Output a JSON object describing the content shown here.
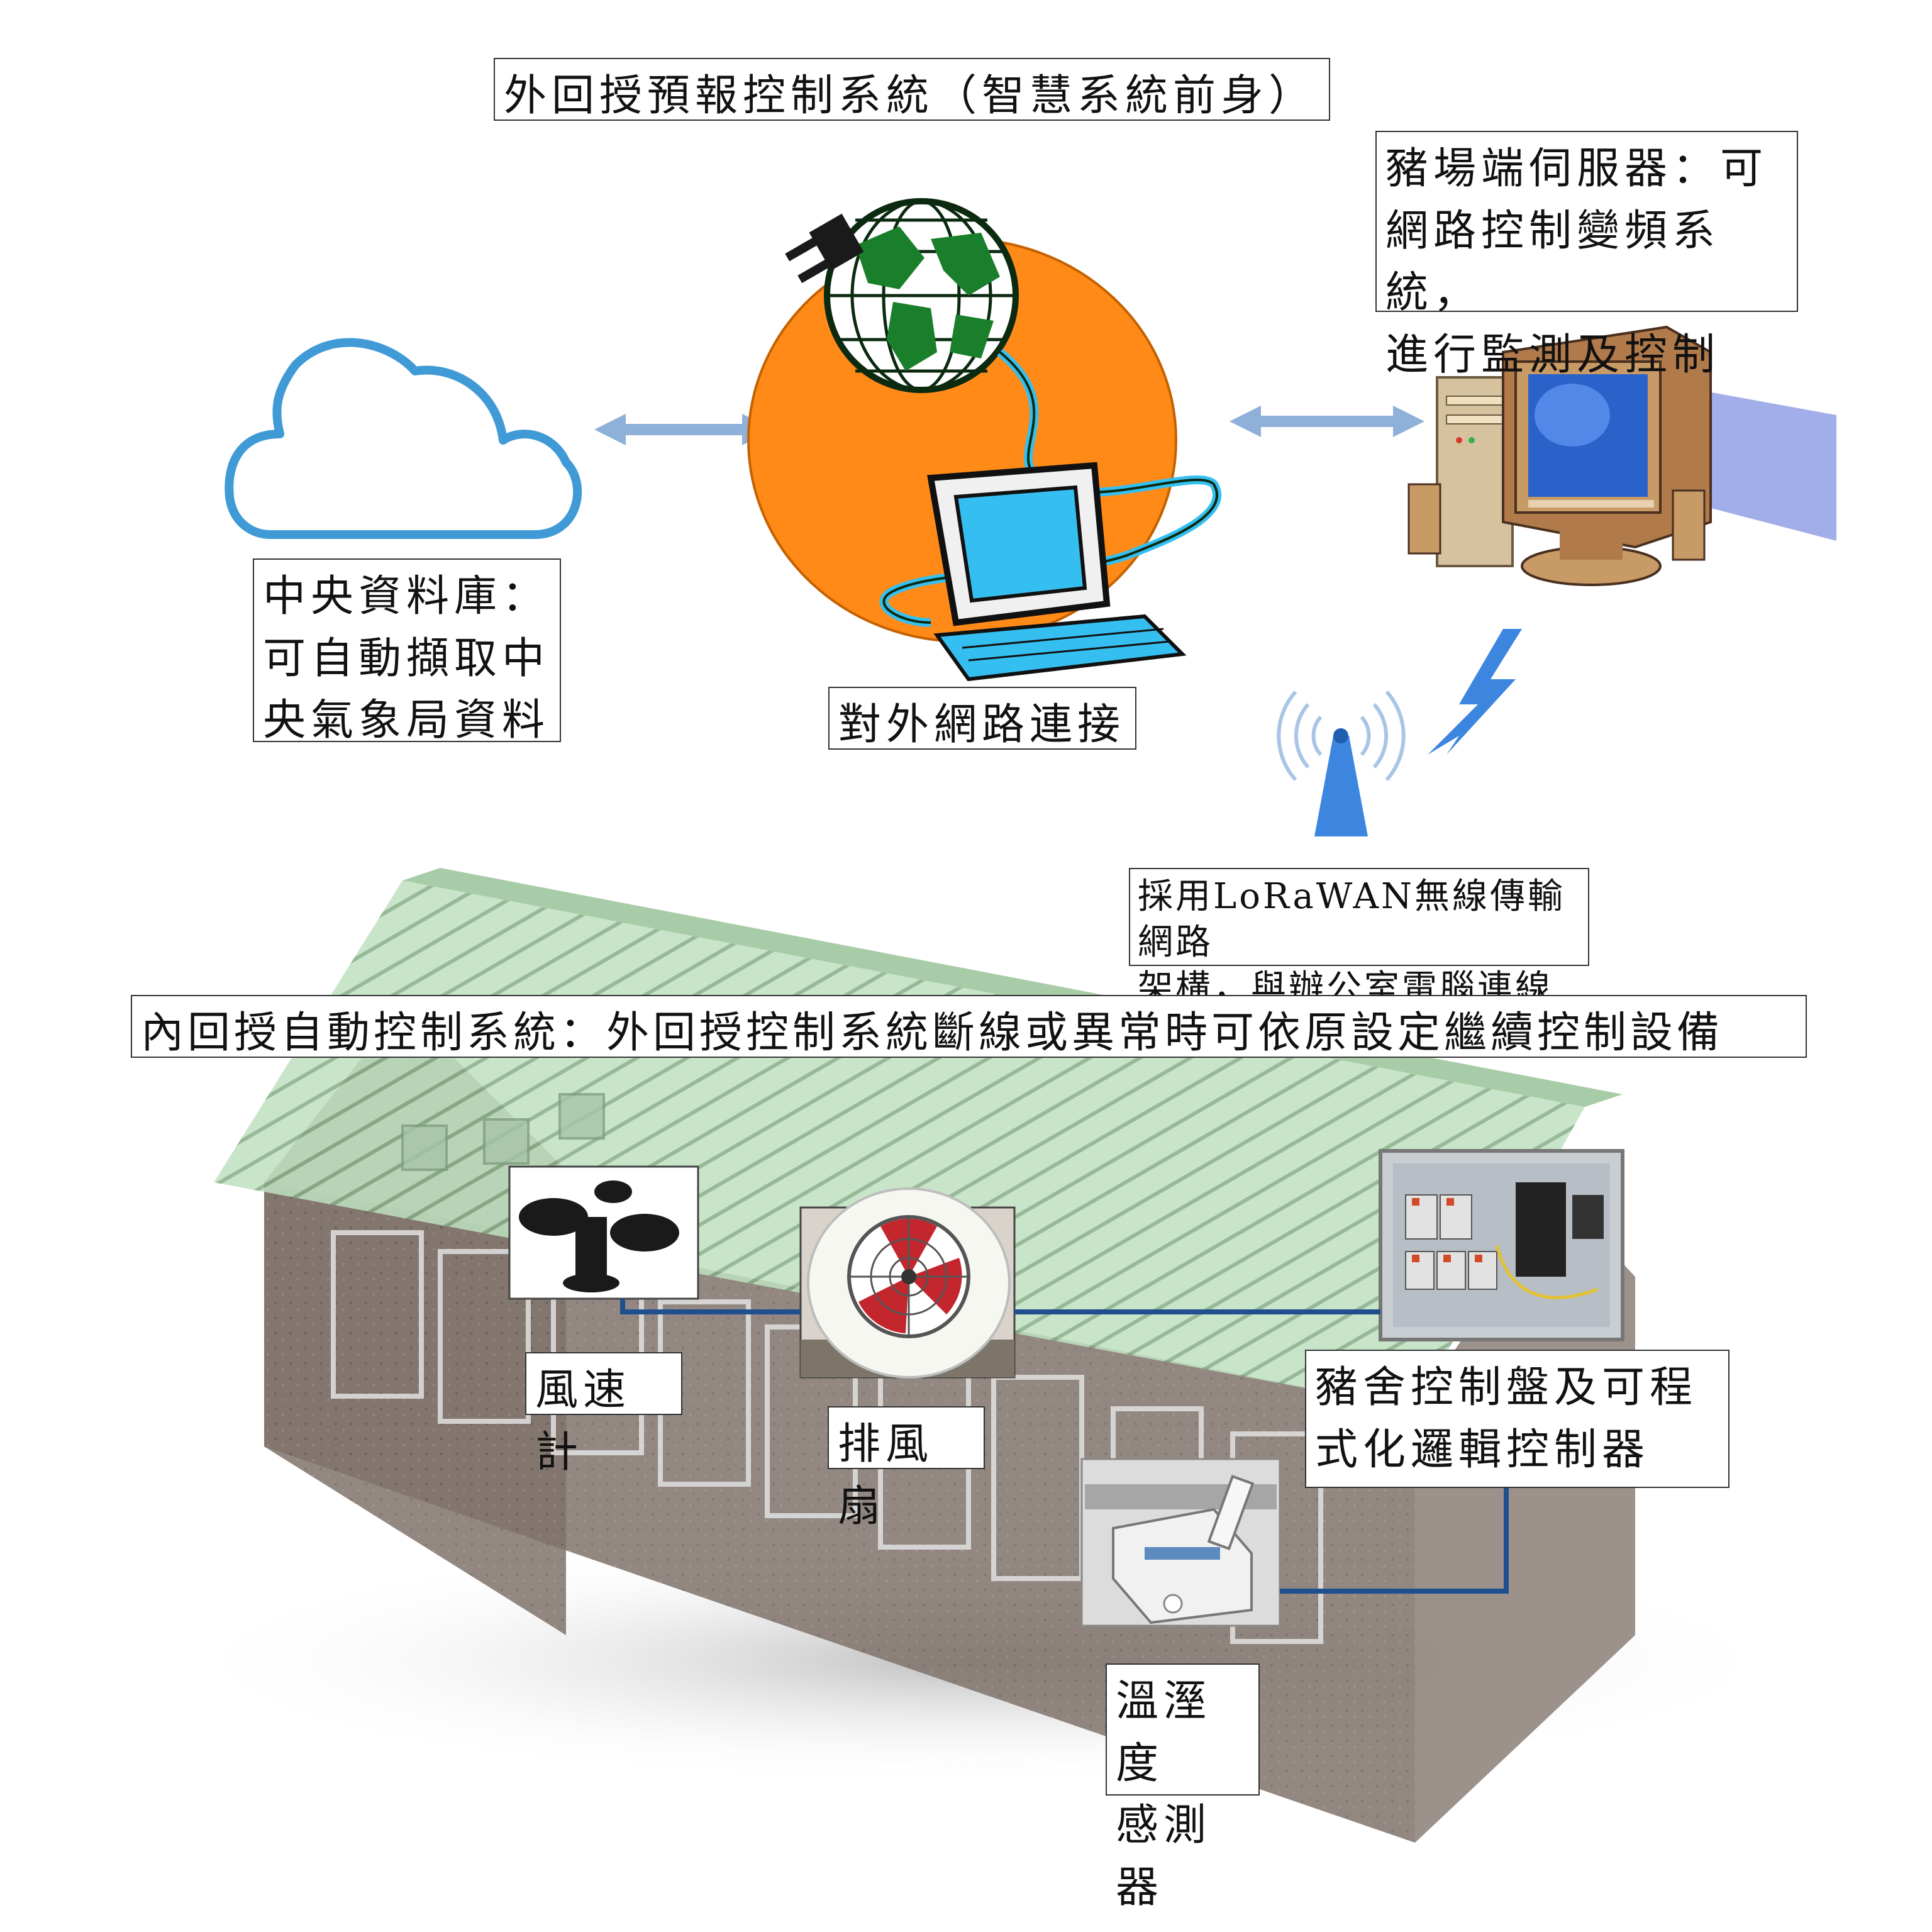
{
  "external_system": {
    "title": "外回授預報控制系統（智慧系統前身）",
    "cloud_db": "中央資料庫：\n可自動擷取中\n央氣象局資料",
    "network": "對外網路連接",
    "server": "豬場端伺服器：可\n網路控制變頻系統，\n進行監測及控制"
  },
  "wireless": {
    "label": "採用LoRaWAN無線傳輸網路\n架構，與辦公室電腦連線"
  },
  "internal_system": {
    "title": "內回授自動控制系統：外回授控制系統斷線或異常時可依原設定繼續控制設備",
    "anemometer": "風速計",
    "exhaust_fan": "排風扇",
    "control_panel": "豬舍控制盤及可程\n式化邏輯控制器",
    "sensor": "溫溼度\n感測器"
  },
  "colors": {
    "cloud": "#3f9ad6",
    "arrow": "#8fb0d8",
    "globe_orange": "#ff8a17",
    "monitor_screen": "#35bff0",
    "roof": "#b8dbb8",
    "wall": "#7a6d64",
    "wire": "#1f4f8f"
  },
  "icons": [
    "cloud-icon",
    "globe-computer-icon",
    "desktop-computer-icon",
    "antenna-icon",
    "lightning-icon",
    "anemometer-icon",
    "fan-icon",
    "control-panel-icon",
    "sensor-icon"
  ]
}
